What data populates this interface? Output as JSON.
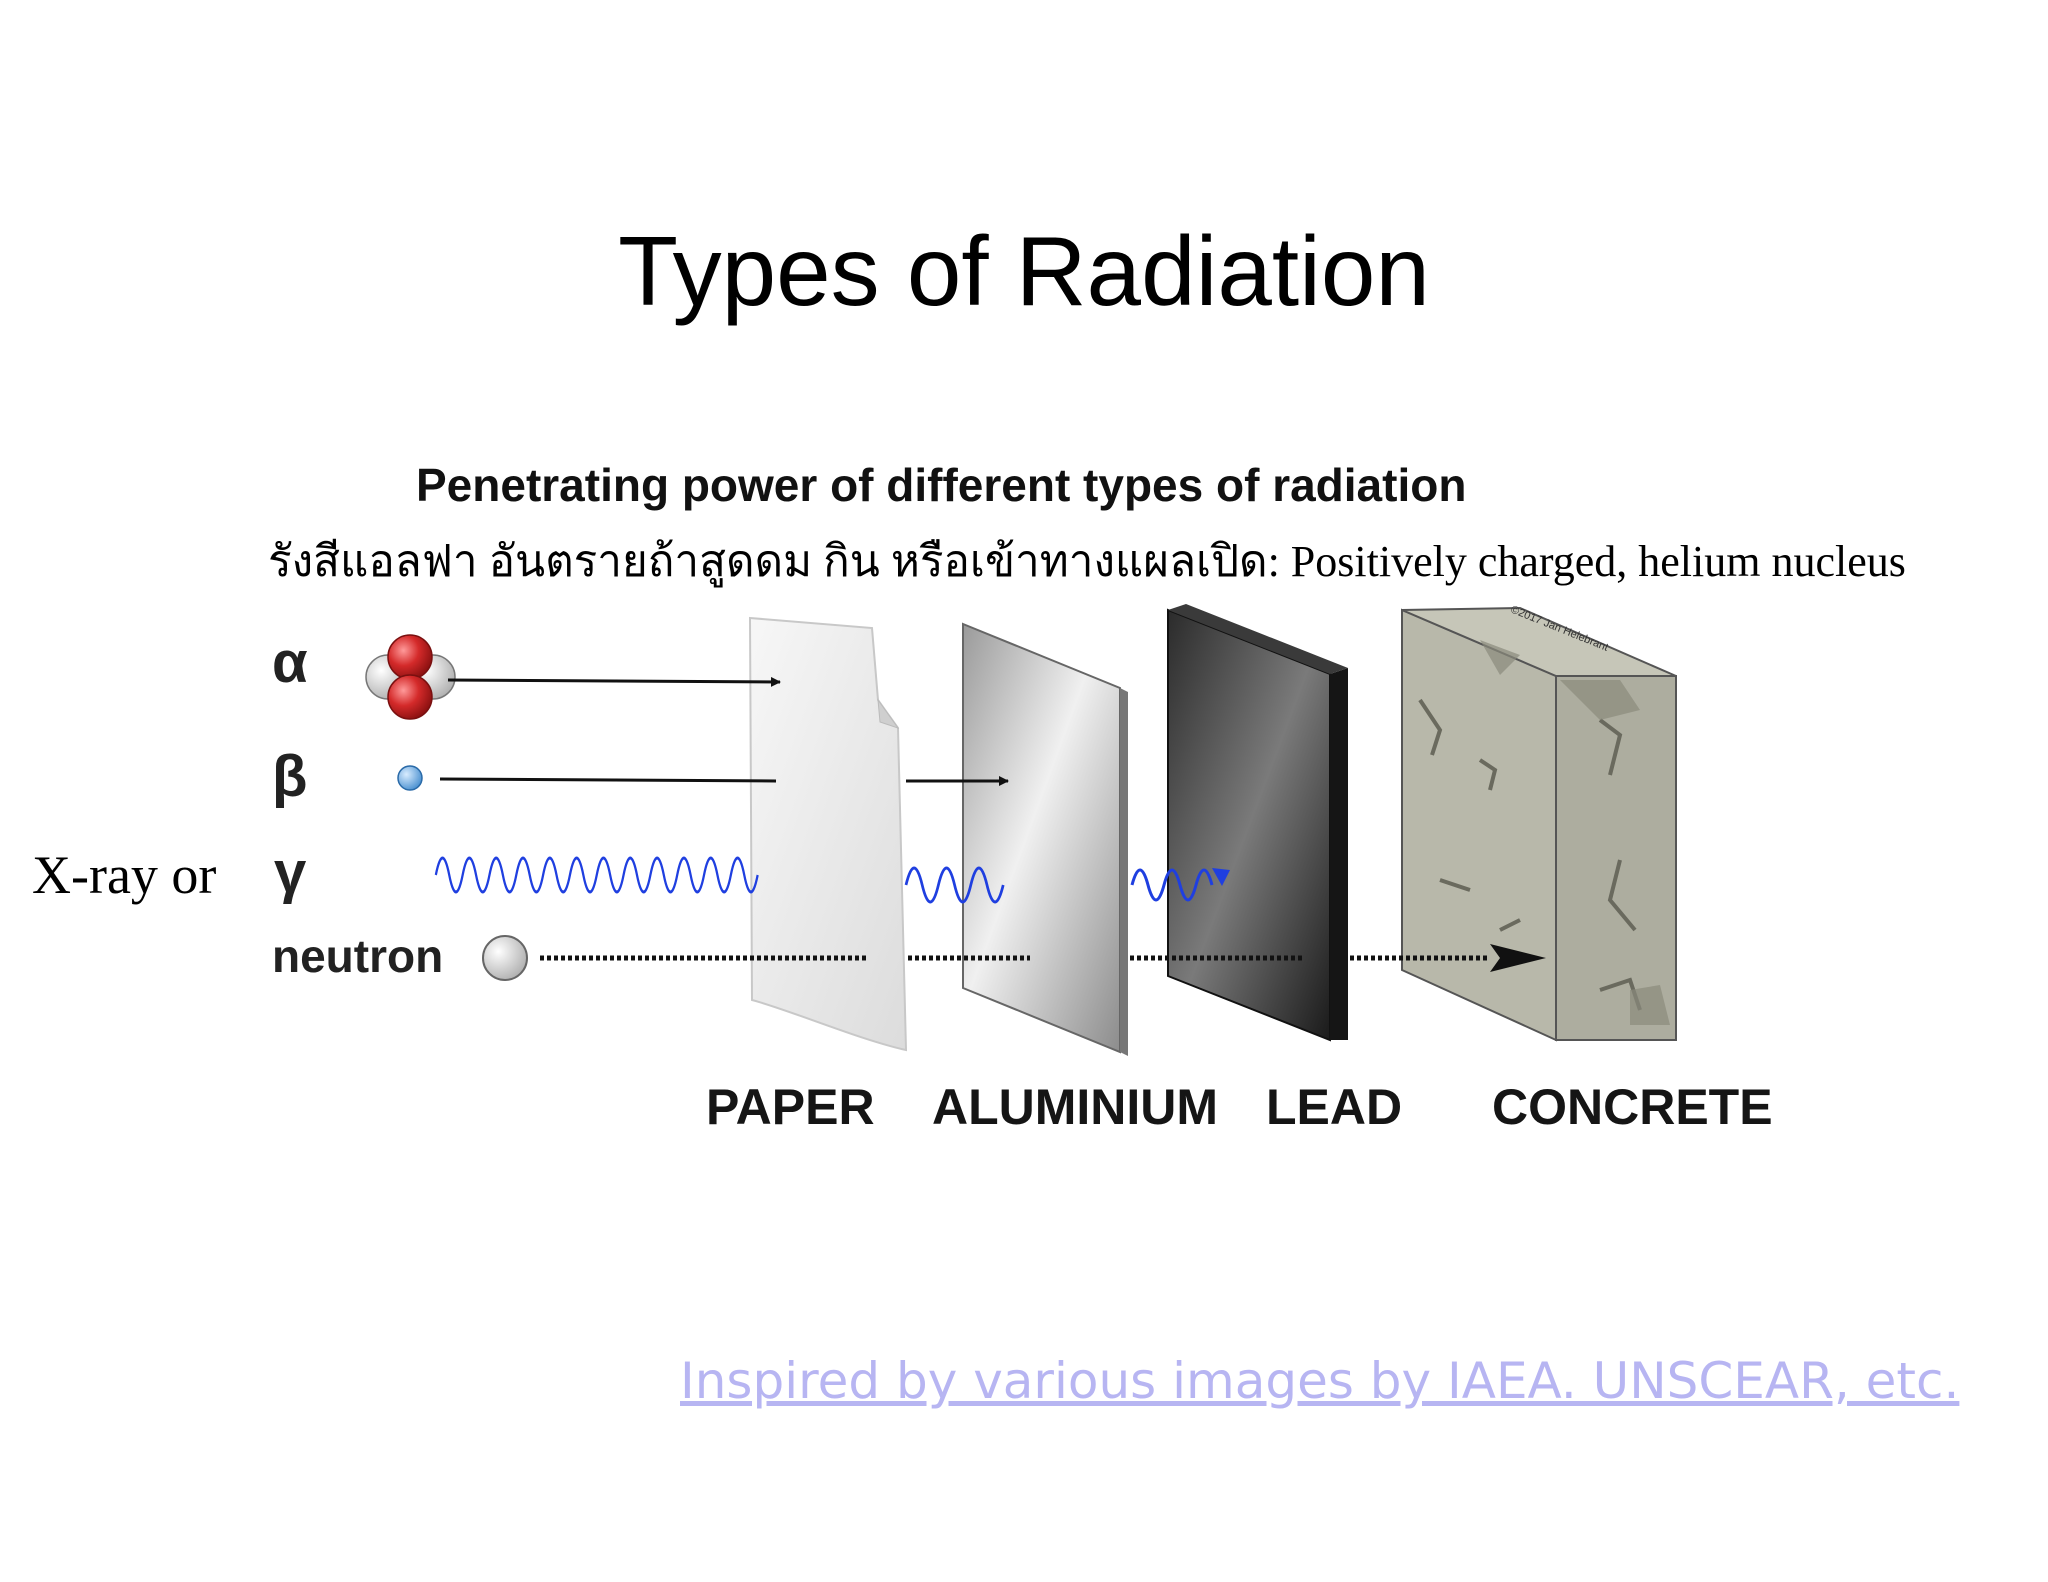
{
  "title": "Types of Radiation",
  "subtitle": "Penetrating power of different types of radiation",
  "alpha_note": "รังสีแอลฟา อันตรายถ้าสูดดม กิน หรือเข้าทางแผลเปิด: Positively charged, helium nucleus",
  "gamma_prefix": "X-ray or",
  "radiation": {
    "alpha": "α",
    "beta": "β",
    "gamma": "γ",
    "neutron": "neutron"
  },
  "materials": {
    "paper": "PAPER",
    "aluminium": "ALUMINIUM",
    "lead": "LEAD",
    "concrete": "CONCRETE"
  },
  "copyright": "©2017 Jan Helebrant",
  "credit": "Inspired by various images by IAEA. UNSCEAR, etc.",
  "colors": {
    "alpha_red": "#d42a2a",
    "beta_blue": "#7ab8e8",
    "gamma_wave": "#1f3fe0",
    "concrete": "#b3b3a5",
    "credit_link": "#b7b5f2"
  }
}
